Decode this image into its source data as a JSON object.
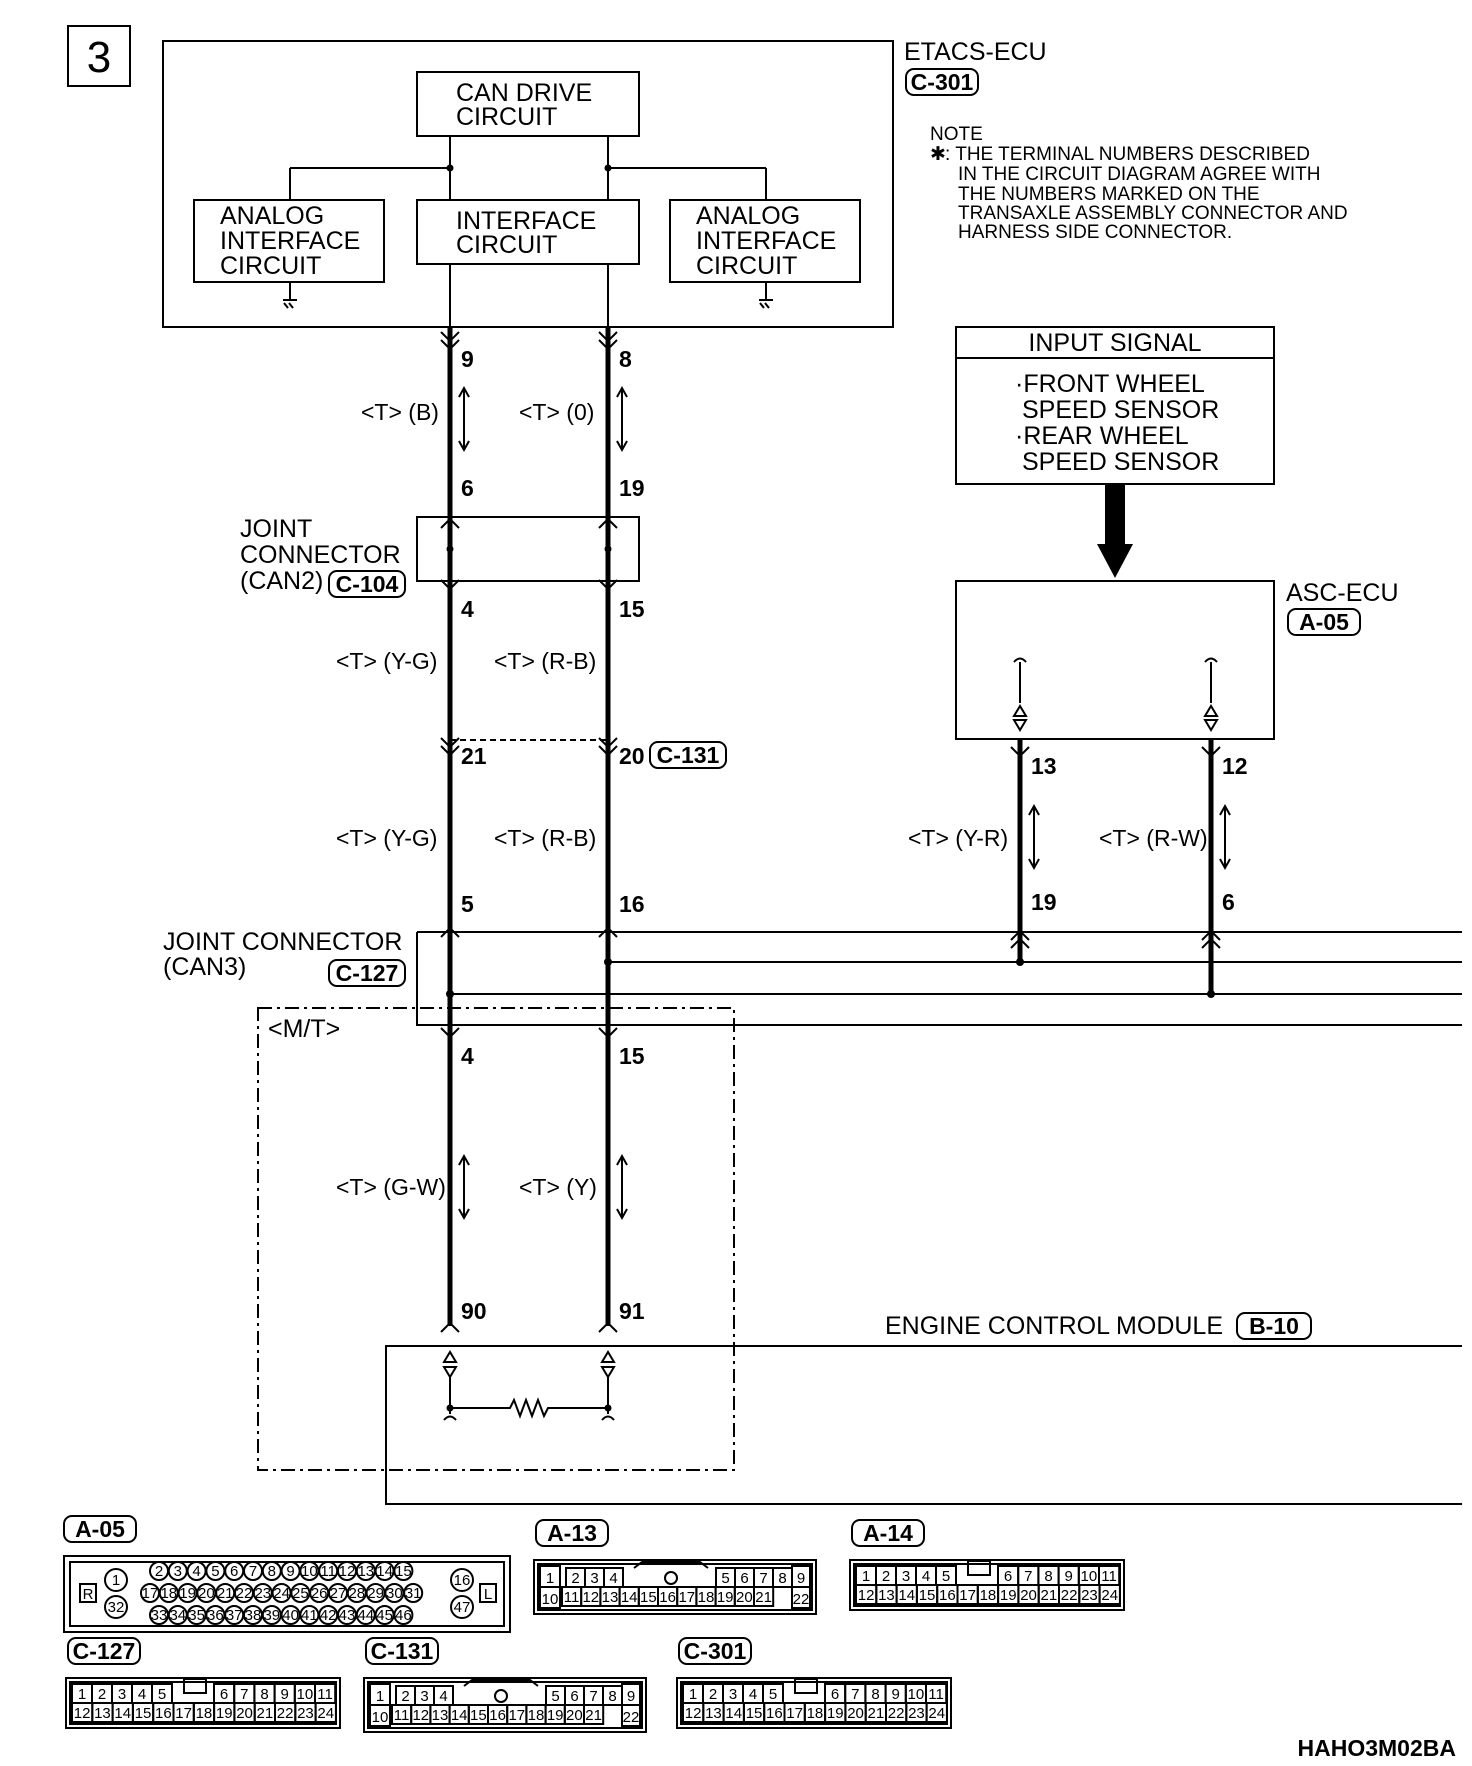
{
  "page_number": "3",
  "etacs": {
    "title": "ETACS-ECU",
    "tag": "C-301",
    "can_drive": [
      "CAN DRIVE",
      "CIRCUIT"
    ],
    "interface": [
      "INTERFACE",
      "CIRCUIT"
    ],
    "analog_left": [
      "ANALOG",
      "INTERFACE",
      "CIRCUIT"
    ],
    "analog_right": [
      "ANALOG",
      "INTERFACE",
      "CIRCUIT"
    ]
  },
  "note": {
    "title": "NOTE",
    "star": "✱",
    "lines": [
      ": THE TERMINAL NUMBERS DESCRIBED",
      "IN THE CIRCUIT DIAGRAM AGREE WITH",
      "THE NUMBERS MARKED ON THE",
      "TRANSAXLE ASSEMBLY CONNECTOR AND",
      "HARNESS SIDE CONNECTOR."
    ]
  },
  "input_signal": {
    "title": "INPUT SIGNAL",
    "lines": [
      "·FRONT WHEEL",
      "SPEED SENSOR",
      "·REAR WHEEL",
      "SPEED SENSOR"
    ]
  },
  "asc": {
    "title": "ASC-ECU",
    "tag": "A-05"
  },
  "joint_can2": {
    "lines": [
      "JOINT",
      "CONNECTOR",
      "(CAN2)"
    ],
    "tag": "C-104"
  },
  "joint_can3": {
    "lines": [
      "JOINT CONNECTOR",
      "(CAN3)"
    ],
    "tag": "C-127"
  },
  "c131_tag": "C-131",
  "mt_label": "<M/T>",
  "ecm": {
    "title": "ENGINE CONTROL MODULE",
    "tag": "B-10"
  },
  "pins": {
    "l1_top": "9",
    "r1_top": "8",
    "l1_bot": "6",
    "r1_bot": "19",
    "l2_top": "4",
    "r2_top": "15",
    "l2_bot": "21",
    "r2_bot": "20",
    "l3_bot": "5",
    "r3_bot": "16",
    "l4_top": "4",
    "r4_top": "15",
    "l4_bot": "90",
    "r4_bot": "91",
    "asc_l_top": "13",
    "asc_r_top": "12",
    "asc_l_bot": "19",
    "asc_r_bot": "6"
  },
  "wires": {
    "w1_left": "<T> (B)",
    "w1_right": "<T> (0)",
    "w2_left": "<T> (Y-G)",
    "w2_right": "<T> (R-B)",
    "w3_left": "<T> (Y-G)",
    "w3_right": "<T> (R-B)",
    "w4_left": "<T> (G-W)",
    "w4_right": "<T> (Y)",
    "asc_left": "<T> (Y-R)",
    "asc_right": "<T> (R-W)"
  },
  "connectors": {
    "a05": {
      "tag": "A-05",
      "side_l": "R",
      "side_r": "L",
      "left_pins": [
        "1",
        "32"
      ],
      "right_pins": [
        "16",
        "47"
      ],
      "row1": [
        "2",
        "3",
        "4",
        "5",
        "6",
        "7",
        "8",
        "9",
        "10",
        "11",
        "12",
        "13",
        "14",
        "15"
      ],
      "row2": [
        "17",
        "18",
        "19",
        "20",
        "21",
        "22",
        "23",
        "24",
        "25",
        "26",
        "27",
        "28",
        "29",
        "30",
        "31"
      ],
      "row3": [
        "33",
        "34",
        "35",
        "36",
        "37",
        "38",
        "39",
        "40",
        "41",
        "42",
        "43",
        "44",
        "45",
        "46"
      ]
    },
    "a13": {
      "tag": "A-13",
      "row1": [
        "1",
        "2",
        "3",
        "4",
        "5",
        "6",
        "7",
        "8",
        "9"
      ],
      "row2": [
        "10",
        "11",
        "12",
        "13",
        "14",
        "15",
        "16",
        "17",
        "18",
        "19",
        "20",
        "21",
        "22"
      ]
    },
    "a14": {
      "tag": "A-14",
      "row1": [
        "1",
        "2",
        "3",
        "4",
        "5",
        "6",
        "7",
        "8",
        "9",
        "10",
        "11"
      ],
      "row2": [
        "12",
        "13",
        "14",
        "15",
        "16",
        "17",
        "18",
        "19",
        "20",
        "21",
        "22",
        "23",
        "24"
      ]
    },
    "c127": {
      "tag": "C-127",
      "row1": [
        "1",
        "2",
        "3",
        "4",
        "5",
        "6",
        "7",
        "8",
        "9",
        "10",
        "11"
      ],
      "row2": [
        "12",
        "13",
        "14",
        "15",
        "16",
        "17",
        "18",
        "19",
        "20",
        "21",
        "22",
        "23",
        "24"
      ]
    },
    "c131": {
      "tag": "C-131",
      "row1": [
        "1",
        "2",
        "3",
        "4",
        "5",
        "6",
        "7",
        "8",
        "9"
      ],
      "row2": [
        "10",
        "11",
        "12",
        "13",
        "14",
        "15",
        "16",
        "17",
        "18",
        "19",
        "20",
        "21",
        "22"
      ]
    },
    "c301": {
      "tag": "C-301",
      "row1": [
        "1",
        "2",
        "3",
        "4",
        "5",
        "6",
        "7",
        "8",
        "9",
        "10",
        "11"
      ],
      "row2": [
        "12",
        "13",
        "14",
        "15",
        "16",
        "17",
        "18",
        "19",
        "20",
        "21",
        "22",
        "23",
        "24"
      ]
    }
  },
  "footer_code": "HAHO3M02BA"
}
